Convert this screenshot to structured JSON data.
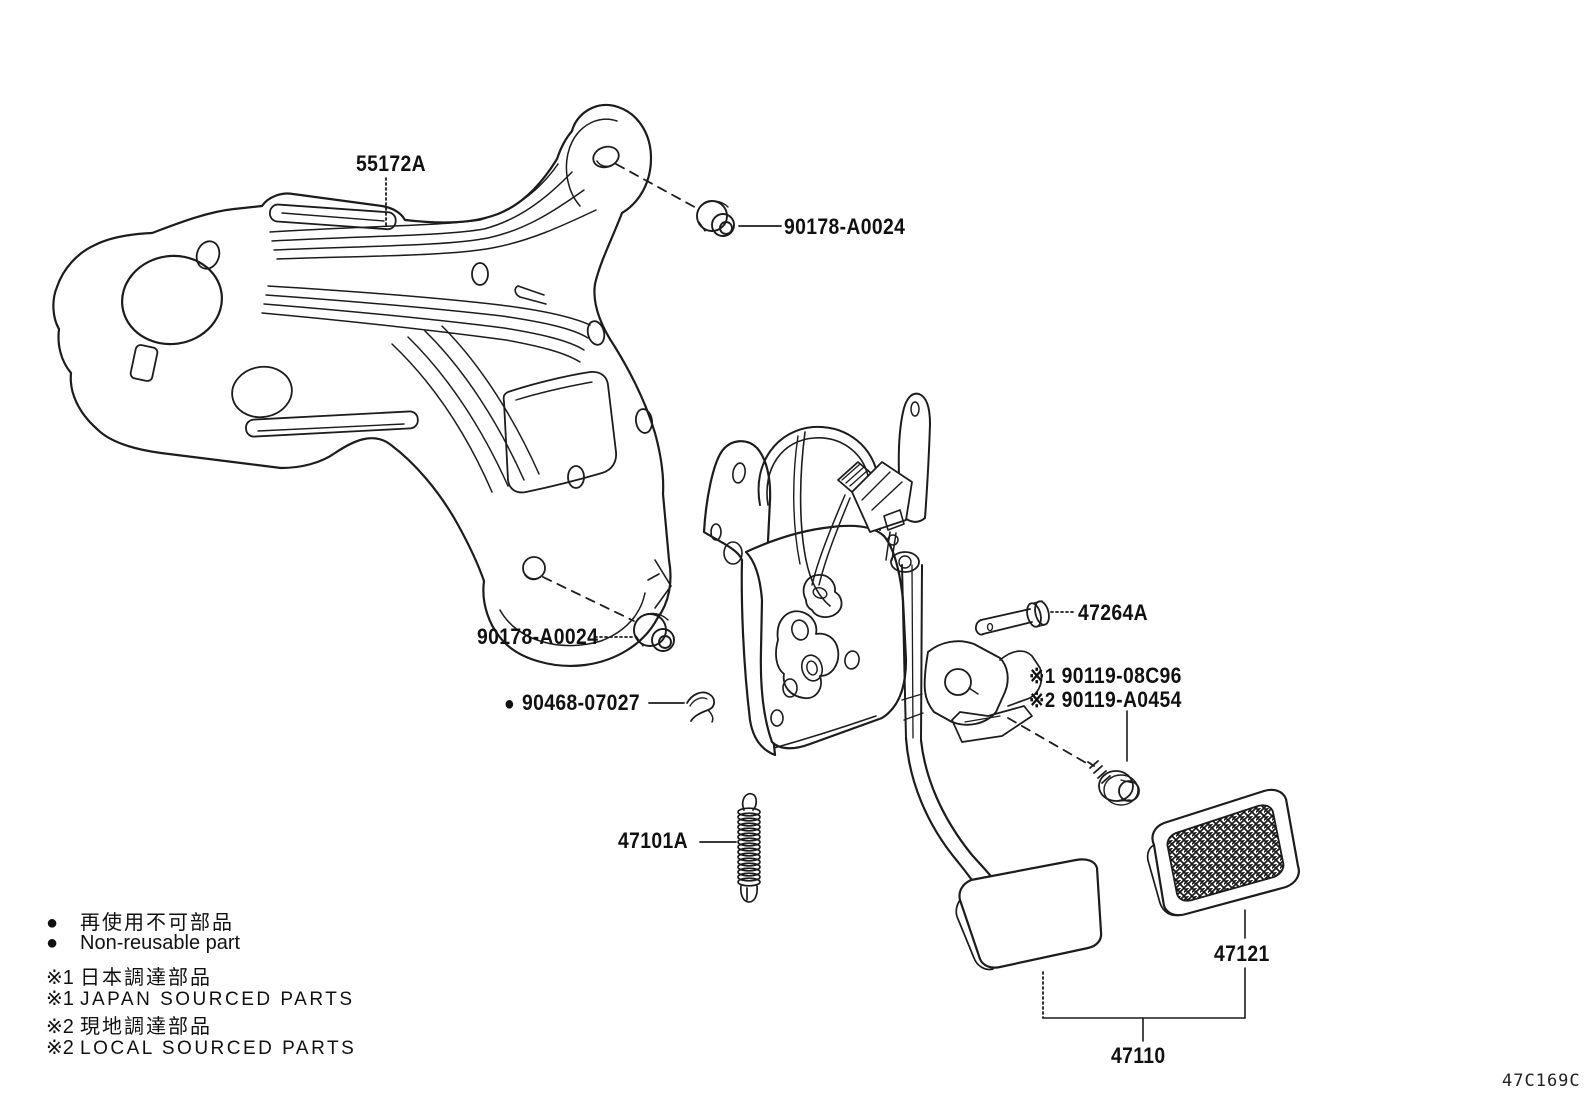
{
  "figure_code": "47C169C",
  "callouts": {
    "bracket_label": "55172A",
    "nut_top": "90178-A0024",
    "nut_mid": "90178-A0024",
    "clip_marker": "●",
    "clip_number": "90468-07027",
    "pin_label": "47264A",
    "note1_marker": "※1",
    "note1_number": "90119-08C96",
    "note2_marker": "※2",
    "note2_number": "90119-A0454",
    "spring_label": "47101A",
    "pad_label": "47121",
    "assembly_label": "47110"
  },
  "legend": {
    "rows": [
      {
        "marker": "●",
        "text": "再使用不可部品"
      },
      {
        "marker": "●",
        "text": "Non-reusable part"
      },
      {
        "marker": "※1",
        "text": "日本調達部品"
      },
      {
        "marker": "※1",
        "text": "JAPAN SOURCED PARTS"
      },
      {
        "marker": "※2",
        "text": "現地調達部品"
      },
      {
        "marker": "※2",
        "text": "LOCAL SOURCED PARTS"
      }
    ]
  }
}
